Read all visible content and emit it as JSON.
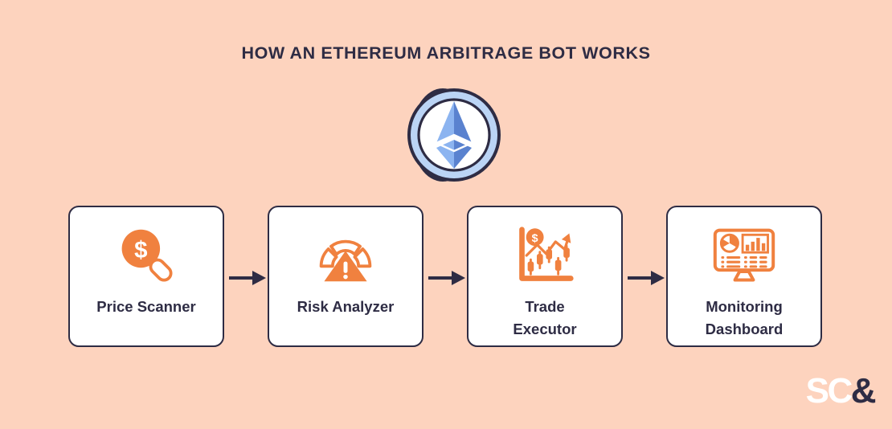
{
  "title": "HOW AN ETHEREUM ARBITRAGE BOT WORKS",
  "colors": {
    "background": "#FDD3BE",
    "ink": "#2E2C44",
    "accent_orange": "#F0813F",
    "card_background": "#FFFFFF",
    "eth_blue_dark": "#4C6FBF",
    "eth_blue_light": "#8CB4F0",
    "eth_ring": "#C3DAF7"
  },
  "hero": {
    "icon": "ethereum-coin-icon"
  },
  "steps": [
    {
      "label": "Price Scanner",
      "icon": "magnifier-dollar-icon"
    },
    {
      "label": "Risk Analyzer",
      "icon": "gauge-warning-icon"
    },
    {
      "label": "Trade\nExecutor",
      "icon": "candlestick-chart-icon"
    },
    {
      "label": "Monitoring\nDashboard",
      "icon": "monitor-dashboard-icon"
    }
  ],
  "connectors": [
    {
      "icon": "arrow-right-icon"
    },
    {
      "icon": "arrow-right-icon"
    },
    {
      "icon": "arrow-right-icon"
    }
  ],
  "brand": {
    "primary": "SC",
    "secondary": "&"
  }
}
